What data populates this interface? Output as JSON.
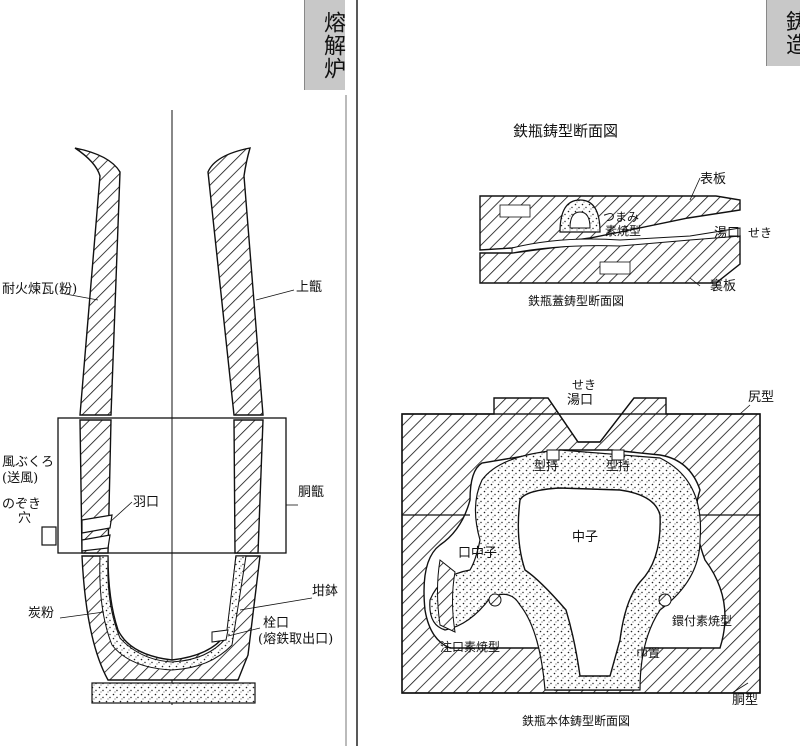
{
  "left_section": {
    "tab_title": "熔解炉",
    "labels": {
      "refractory_brick": "耐火煉瓦(粉)",
      "upper_section": "上甑",
      "bellows_line1": "風ぶくろ",
      "bellows_line2": "(送風)",
      "peephole_line1": "のぞき",
      "peephole_line2": "穴",
      "tuyere": "羽口",
      "middle_section": "胴甑",
      "crucible": "坩鉢",
      "charcoal_powder": "炭粉",
      "tap_line1": "栓口",
      "tap_line2": "(熔鉄取出口)"
    }
  },
  "right_section": {
    "tab_title": "鋳造",
    "figure_title": "鉄瓶鋳型断面図",
    "lid_mold": {
      "caption": "鉄瓶蓋鋳型断面図",
      "labels": {
        "top_plate": "表板",
        "knob_line1": "つまみ",
        "knob_line2": "素焼型",
        "sprue": "湯口",
        "weir": "せき",
        "bottom_plate": "裏板"
      }
    },
    "body_mold": {
      "caption": "鉄瓶本体鋳型断面図",
      "labels": {
        "weir": "せき",
        "sprue": "湯口",
        "bottom_mold": "尻型",
        "holder_left": "型持",
        "holder_right": "型持",
        "core": "中子",
        "spout_core": "口中子",
        "ring_fitting": "鐶付素焼型",
        "spout_bisque": "注口素焼型",
        "chaplet": "巾置",
        "body_mold": "胴型"
      }
    }
  }
}
